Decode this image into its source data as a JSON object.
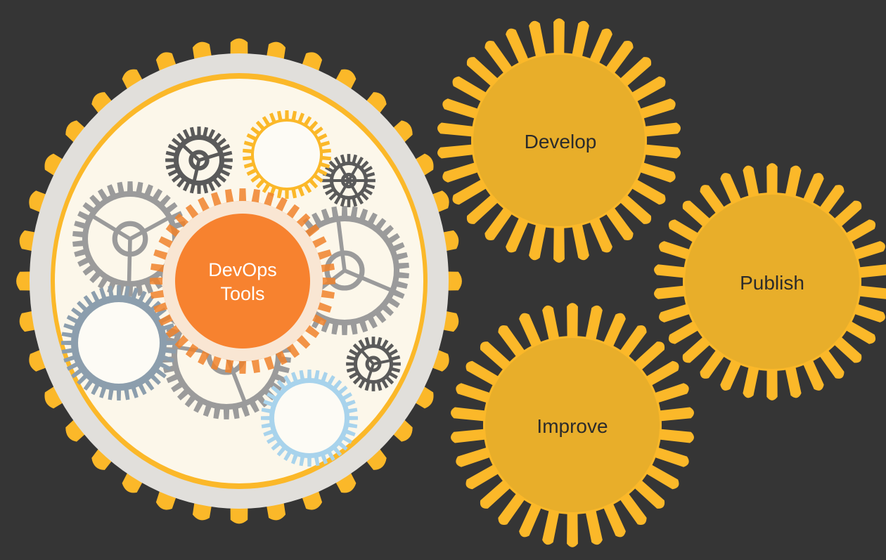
{
  "center": {
    "line1": "DevOps",
    "line2": "Tools"
  },
  "cycle": {
    "develop": "Develop",
    "publish": "Publish",
    "improve": "Improve"
  },
  "colors": {
    "background": "#353535",
    "gear_yellow": "#FBB829",
    "gear_yellow_inner": "#E8AE2A",
    "cream": "#FCF7EA",
    "ring_grey": "#E1DFDB",
    "orange": "#F0832C",
    "orange_inner": "#F7822F",
    "grey_gear": "#9B9B9B",
    "dark_gear": "#5A5A5A",
    "steel_gear": "#8C9EAD",
    "light_blue_gear": "#A8D3EC"
  }
}
